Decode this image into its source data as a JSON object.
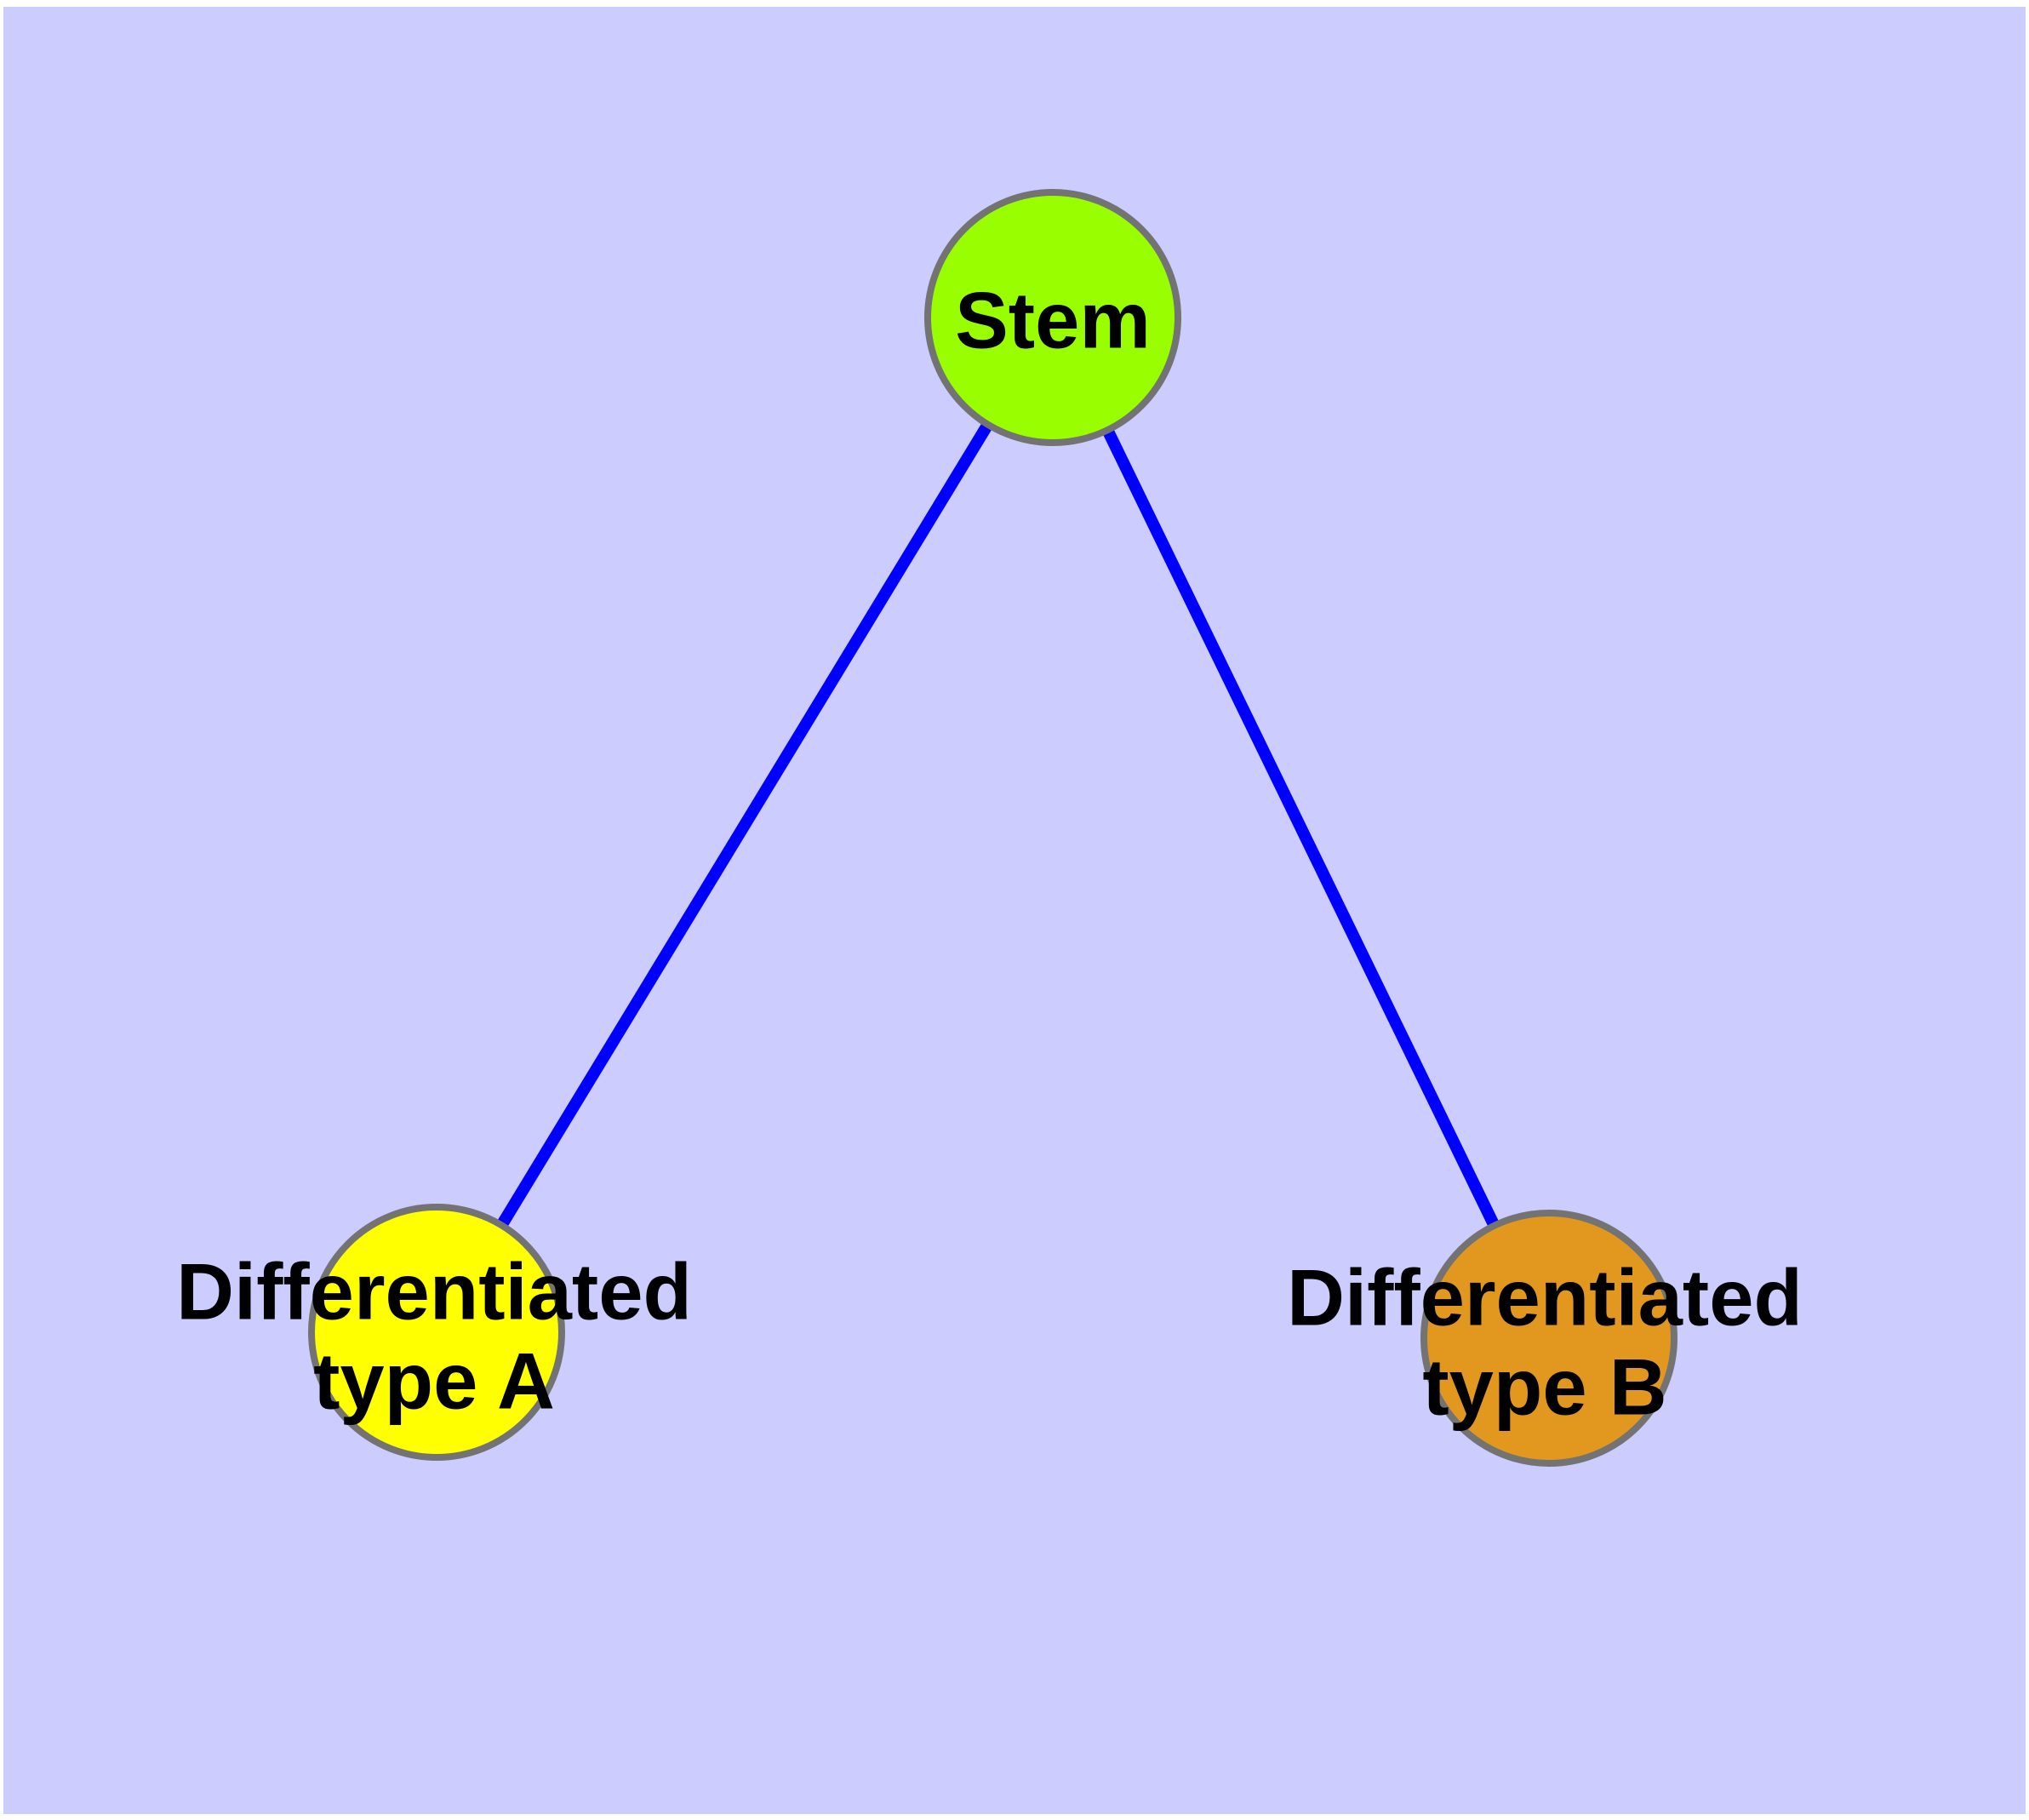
{
  "diagram": {
    "type": "graph",
    "background_color": "#CCCCFF",
    "edge_color": "#0000FF",
    "node_border_color": "#737373",
    "text_color": "#000000",
    "nodes": [
      {
        "id": "stem",
        "label": "Stem",
        "color": "#99FF00"
      },
      {
        "id": "differentiated-type-a",
        "label": "Differentiated type A",
        "label_line1": "Differentiated",
        "label_line2": "type A",
        "color": "#FFFF00"
      },
      {
        "id": "differentiated-type-b",
        "label": "Differentiated type B",
        "label_line1": "Differentiated",
        "label_line2": "type B",
        "color": "#E2981F"
      }
    ],
    "edges": [
      {
        "from": "Stem",
        "to": "Differentiated type A"
      },
      {
        "from": "Stem",
        "to": "Differentiated type B"
      }
    ]
  }
}
